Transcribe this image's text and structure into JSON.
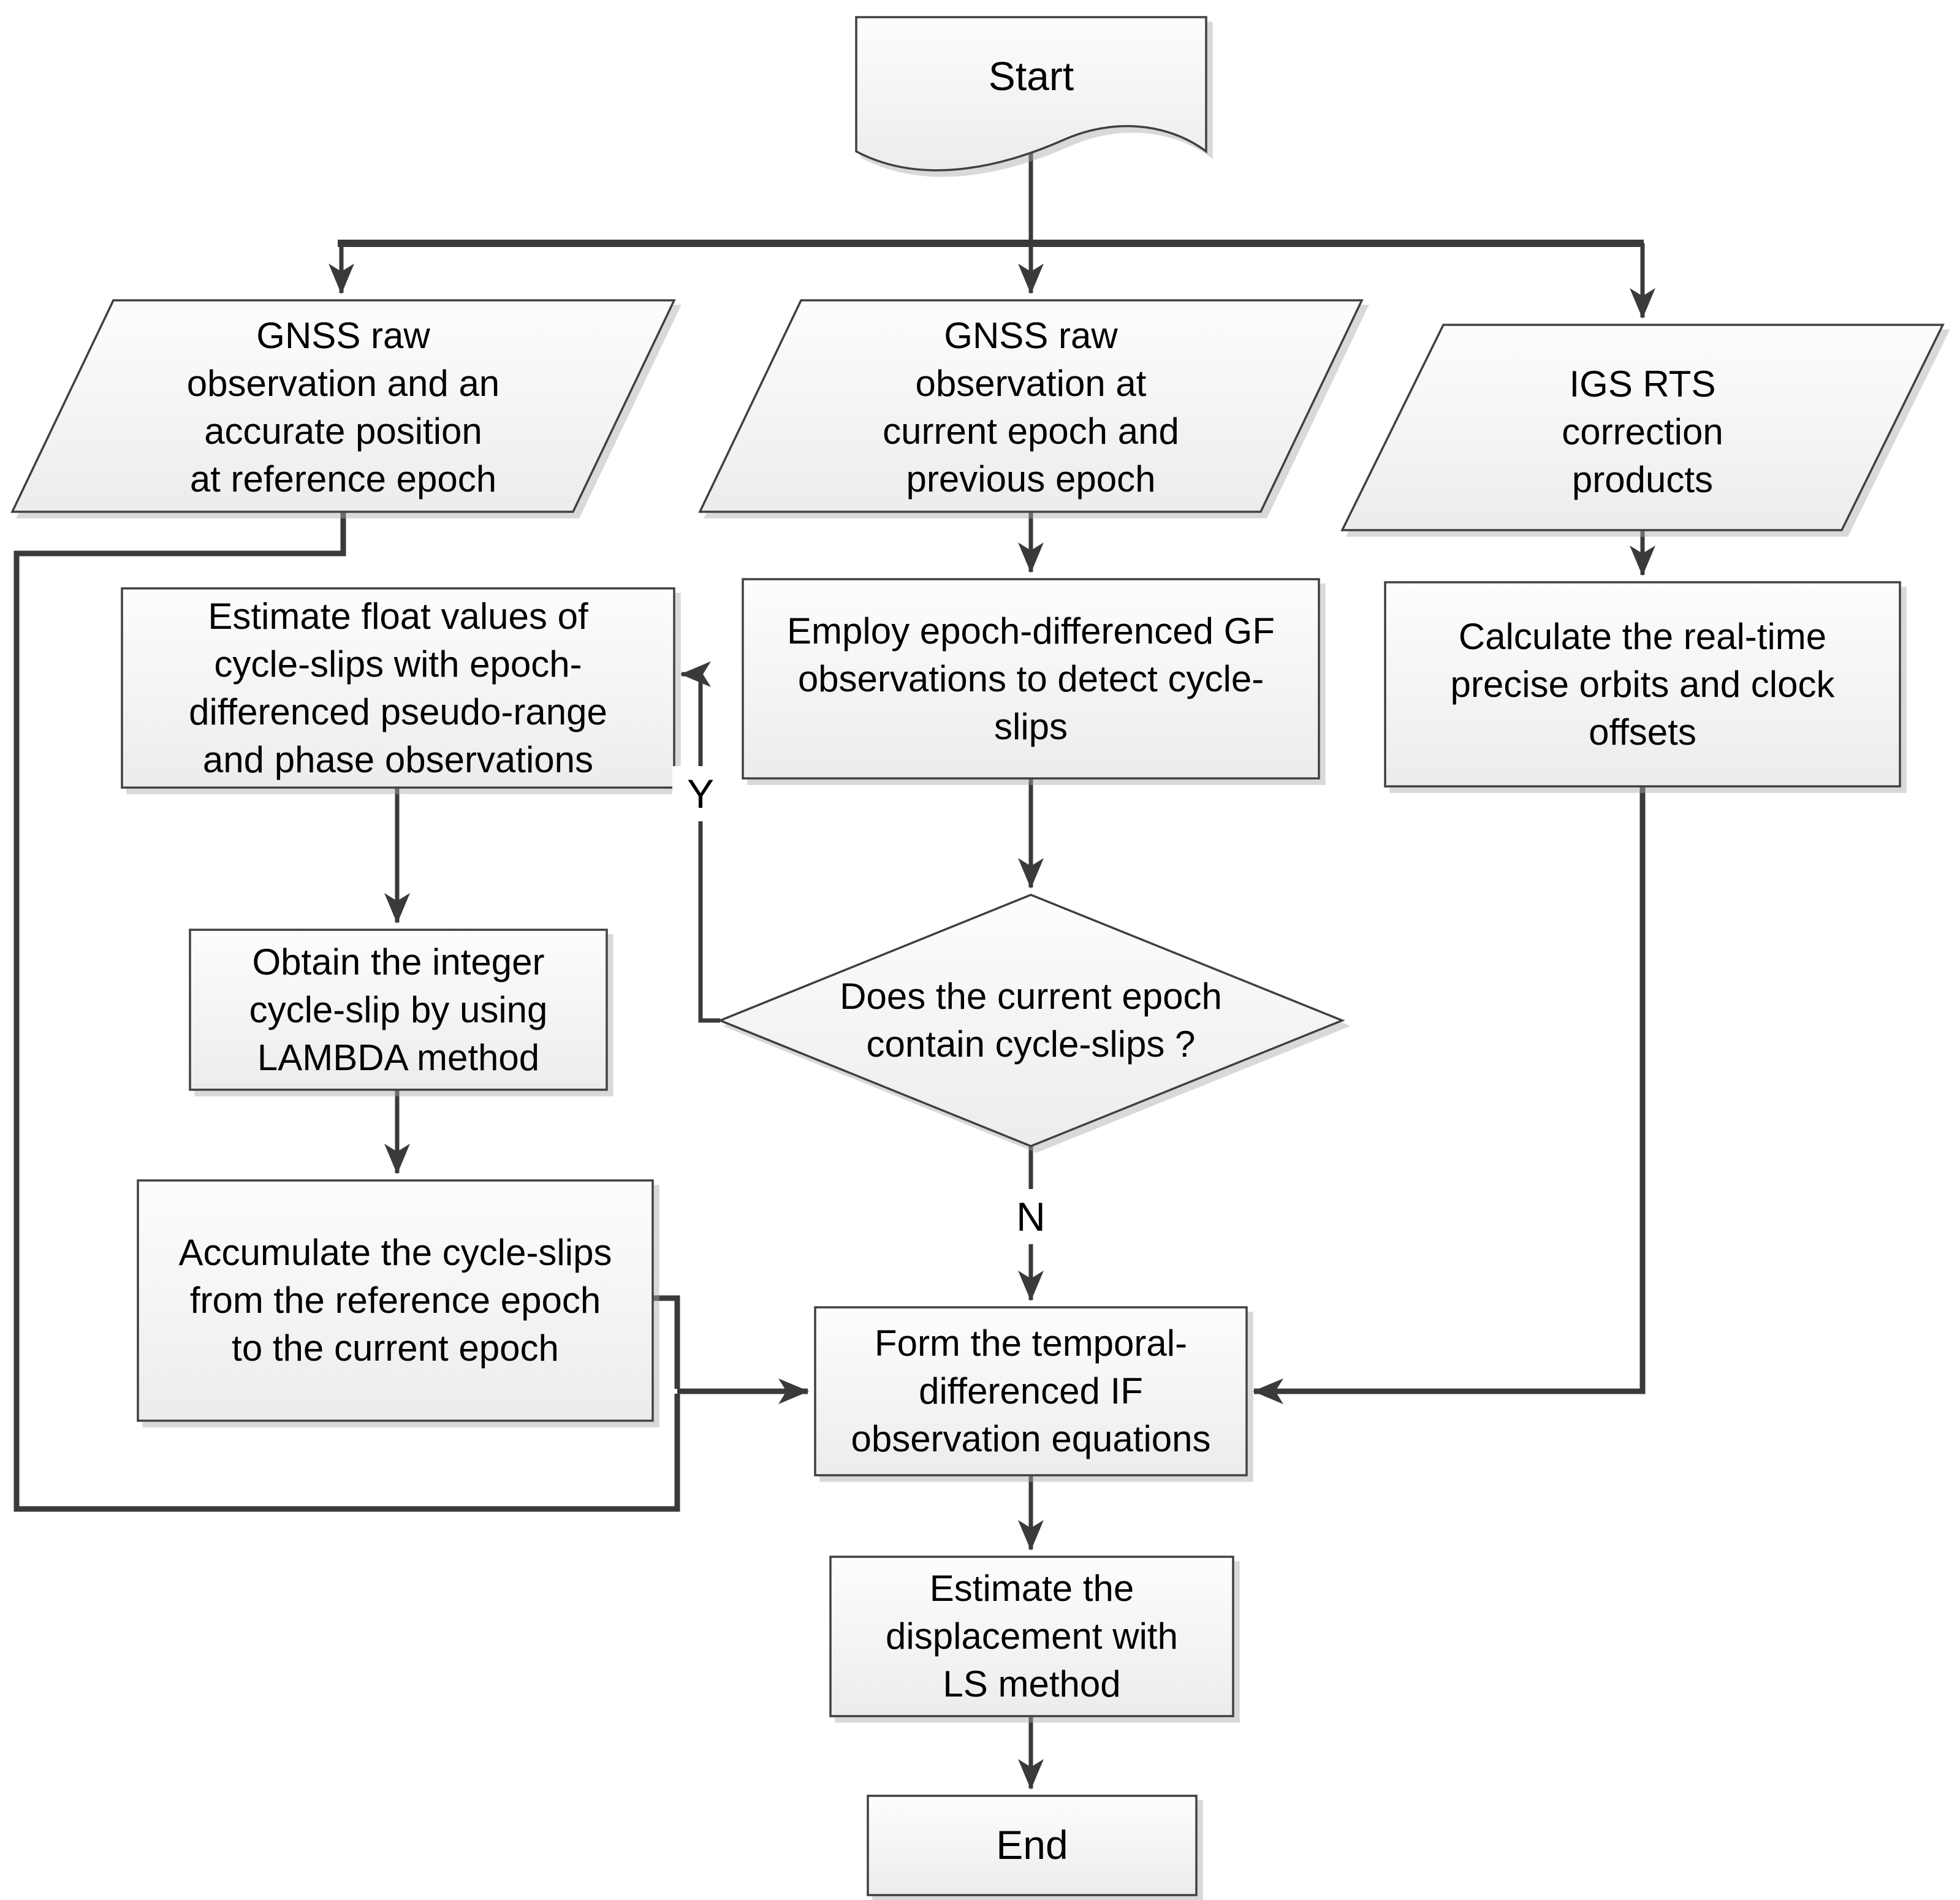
{
  "style": {
    "background": "#ffffff",
    "line_color": "#3a3a3a",
    "node_border_color": "#3f3f3f",
    "node_fill_top": "#fdfdfd",
    "node_fill_bottom": "#ececec",
    "text_color": "#000000"
  },
  "nodes": {
    "start": {
      "shape": "document",
      "label": "Start"
    },
    "gnss_reference": {
      "shape": "parallelogram",
      "label": "GNSS raw\nobservation and an\naccurate position\nat  reference epoch"
    },
    "gnss_current": {
      "shape": "parallelogram",
      "label": "GNSS raw\nobservation  at\ncurrent epoch and\nprevious epoch"
    },
    "igs_rts": {
      "shape": "parallelogram",
      "label": "IGS RTS\ncorrection\nproducts"
    },
    "estimate_float": {
      "shape": "process",
      "label": "Estimate float values of\ncycle-slips with epoch-\ndifferenced pseudo-range\nand phase observations"
    },
    "employ_gf": {
      "shape": "process",
      "label": "Employ epoch-differenced GF\nobservations to detect cycle-\nslips"
    },
    "calculate_orbits": {
      "shape": "process",
      "label": "Calculate the real-time\nprecise orbits and clock\noffsets"
    },
    "obtain_integer": {
      "shape": "process",
      "label": "Obtain the integer\ncycle-slip by using\nLAMBDA method"
    },
    "decision_cycle_slips": {
      "shape": "decision",
      "label": "Does the current  epoch\ncontain cycle-slips ?"
    },
    "accumulate": {
      "shape": "process",
      "label": "Accumulate the cycle-slips\nfrom the reference epoch\nto the current epoch"
    },
    "form_if": {
      "shape": "process",
      "label": "Form the temporal-\ndifferenced IF\nobservation equations"
    },
    "estimate_displacement": {
      "shape": "process",
      "label": "Estimate the\ndisplacement  with\nLS method"
    },
    "end": {
      "shape": "process",
      "label": "End"
    }
  },
  "branch_labels": {
    "yes": "Y",
    "no": "N"
  }
}
